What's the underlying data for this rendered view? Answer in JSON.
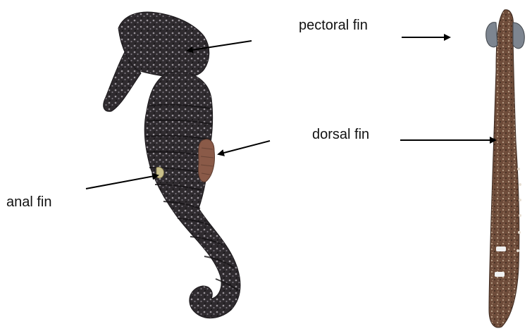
{
  "labels": {
    "pectoral_fin": "pectoral fin",
    "dorsal_fin": "dorsal fin",
    "anal_fin": "anal fin"
  },
  "colors": {
    "background": "#ffffff",
    "seahorse_body": "#2d2a2d",
    "seahorse_dark": "#141214",
    "seahorse_spots": "#8f8a90",
    "dorsal_fin": "#8a5a48",
    "back_view_body": "#6b4a38",
    "arrow": "#000000"
  },
  "figure": {
    "panels": [
      "side view of seahorse",
      "dorsal view of seahorse"
    ],
    "annotations": [
      "pectoral fin",
      "dorsal fin",
      "anal fin",
      "pectoral fin",
      "dorsal fin"
    ]
  }
}
